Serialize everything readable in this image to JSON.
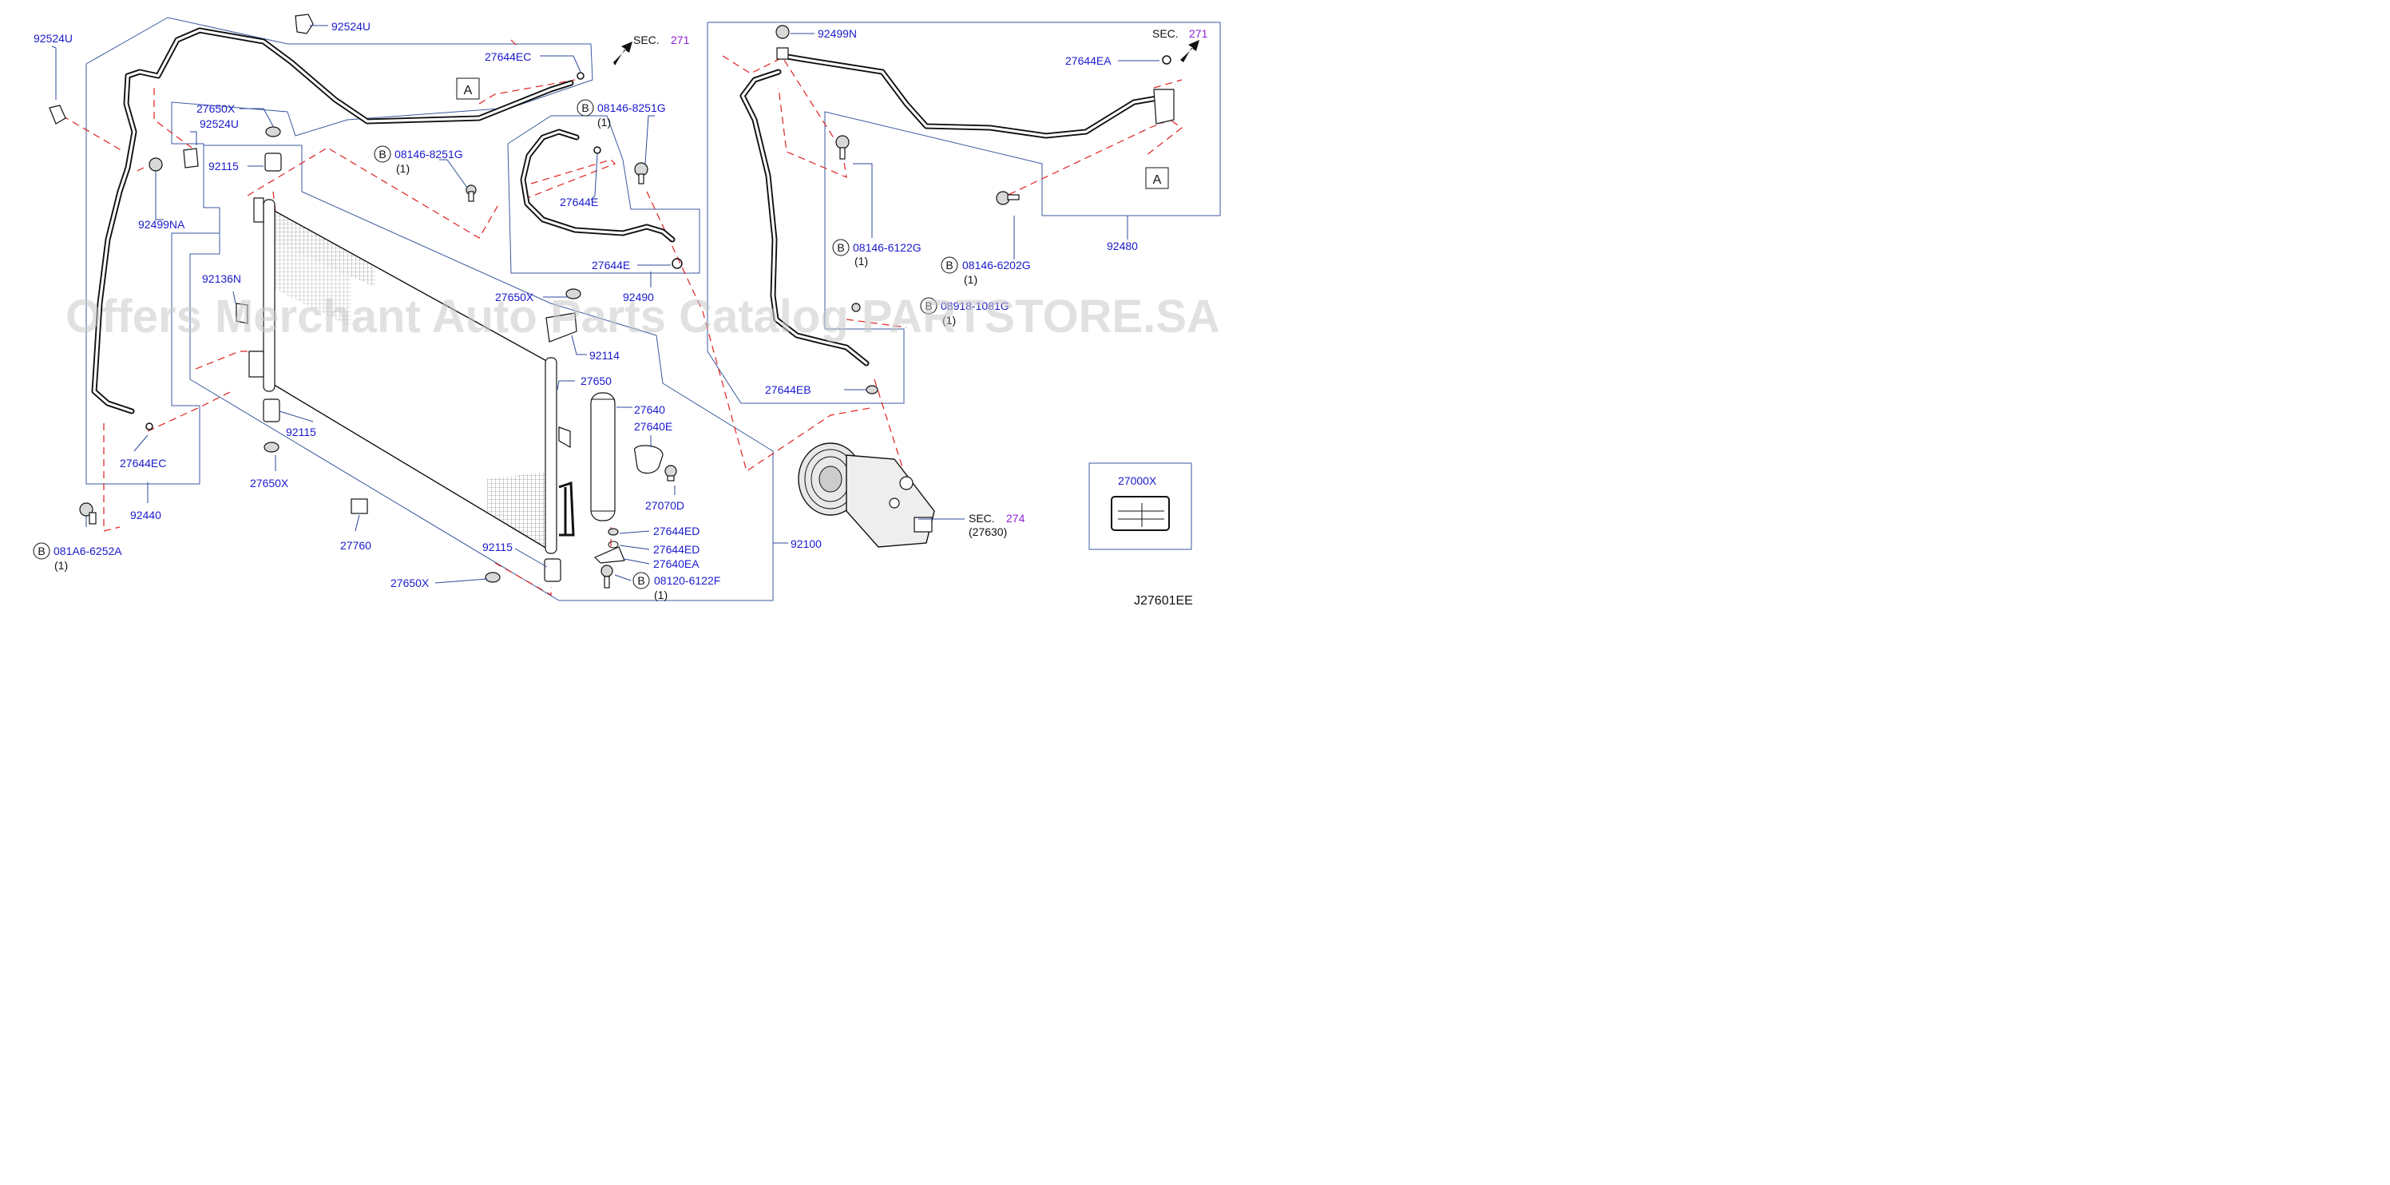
{
  "watermark": "Offers Merchant Auto Parts Catalog PARTSTORE.SA",
  "diagram_code": "J27601EE",
  "bolt_marker": "B",
  "ref_marker": "A",
  "labels": {
    "p92524U_left": "92524U",
    "p92524U_top": "92524U",
    "p92524U_mid": "92524U",
    "p27644EC_top": "27644EC",
    "p27644EC_bottom": "27644EC",
    "p27650X_top": "27650X",
    "p27650X_mid": "27650X",
    "p27650X_left": "27650X",
    "p27650X_bottom": "27650X",
    "p92115_top": "92115",
    "p92115_mid": "92115",
    "p92115_bottom": "92115",
    "p92499NA": "92499NA",
    "p92136N": "92136N",
    "p92440": "92440",
    "p92114": "92114",
    "p27650": "27650",
    "p27640": "27640",
    "p27640E": "27640E",
    "p27070D": "27070D",
    "p27760": "27760",
    "p27644ED_1": "27644ED",
    "p27644ED_2": "27644ED",
    "p27640EA": "27640EA",
    "p27644E_1": "27644E",
    "p27644E_2": "27644E",
    "p92490": "92490",
    "p92100": "92100",
    "p92499N": "92499N",
    "p27644EA": "27644EA",
    "p92480": "92480",
    "p27644EB": "27644EB",
    "p27000X": "27000X",
    "p27630": "(27630)",
    "bolt_08146_8251G_a": "08146-8251G",
    "bolt_08146_8251G_b": "08146-8251G",
    "bolt_08146_6122G": "08146-6122G",
    "bolt_08146_6202G": "08146-6202G",
    "bolt_081A6_6252A": "081A6-6252A",
    "bolt_08120_6122F": "08120-6122F",
    "bolt_08918_1081G": "08918-1081G",
    "qty_1": "(1)"
  },
  "sections": {
    "sec_label": "SEC.",
    "sec_271_top": "271",
    "sec_271_right": "271",
    "sec_274": "274"
  },
  "colors": {
    "part_number": "#1a1acc",
    "leader": "#2a4a9a",
    "dashed": "#e02020",
    "section_ref": "#8a1fd6"
  }
}
